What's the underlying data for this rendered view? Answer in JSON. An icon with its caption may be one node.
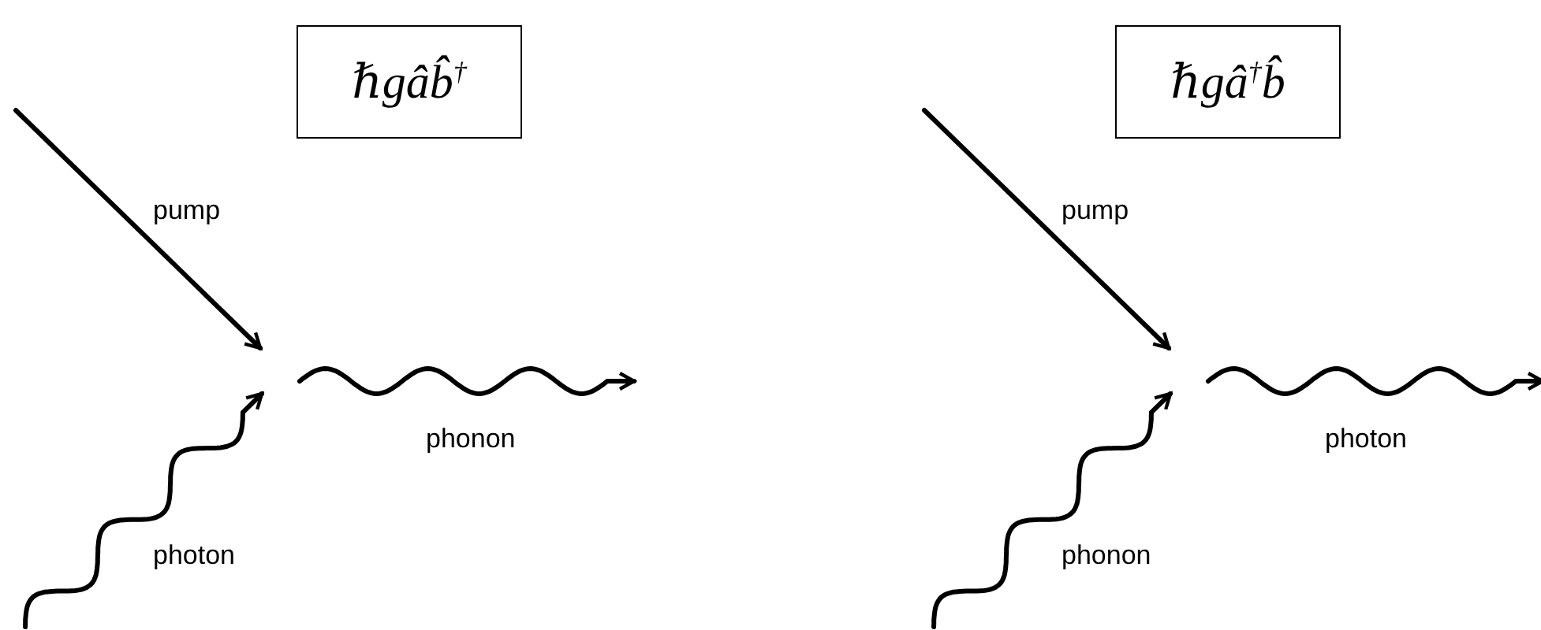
{
  "diagram": {
    "nodes": [
      {
        "text": [
          "ℏgâb̂$^{†}$"
        ]
      },
      {
        "text": [
          "ℏgâ$^{†}$b̂"
        ]
      }
    ],
    "labels": [
      "pump",
      "phonon",
      "photon",
      "pump",
      "photon",
      "phonon"
    ]
  }
}
